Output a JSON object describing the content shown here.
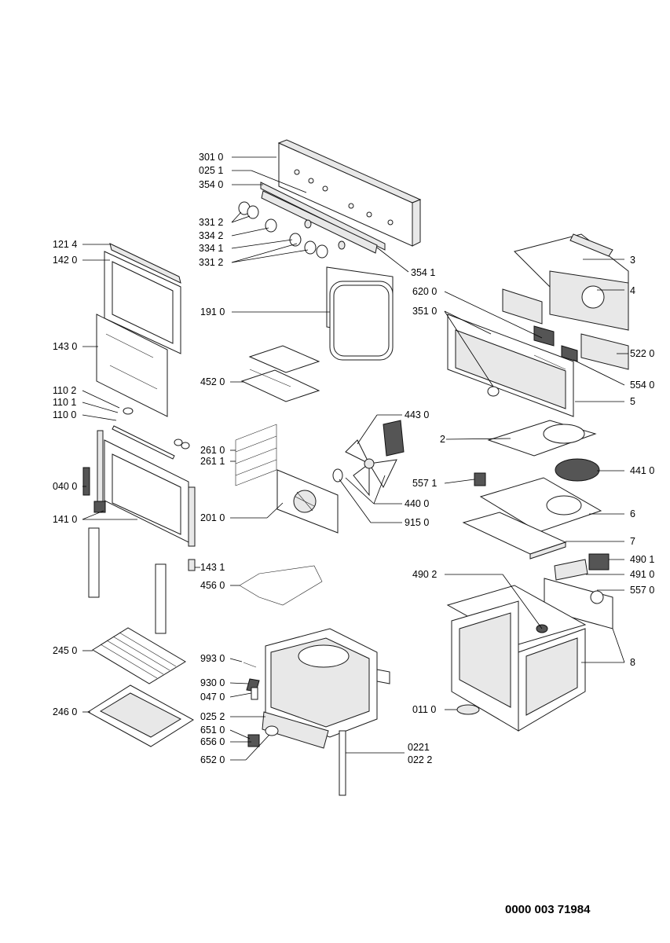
{
  "document_number": "0000 003 71984",
  "labels": {
    "p3010": "301 0",
    "p0251": "025 1",
    "p3540": "354 0",
    "p3312a": "331 2",
    "p3342": "334 2",
    "p3341": "334 1",
    "p3312b": "331 2",
    "p3541": "354 1",
    "p1214": "121 4",
    "p1420": "142 0",
    "p1910": "191 0",
    "p1430": "143 0",
    "p4520": "452 0",
    "p1102": "110 2",
    "p1101": "110 1",
    "p1100": "110 0",
    "p2610": "261 0",
    "p2611": "261 1",
    "p0400": "040 0",
    "p2010": "201 0",
    "p1410": "141 0",
    "p1431": "143 1",
    "p4560": "456 0",
    "p2450": "245 0",
    "p9930": "993 0",
    "p9300": "930 0",
    "p0470": "047 0",
    "p2460": "246 0",
    "p0252": "025 2",
    "p6510": "651 0",
    "p6560": "656 0",
    "p6520": "652 0",
    "p0221": "0221",
    "p0222": "022 2",
    "p3": "3",
    "p4": "4",
    "p6200": "620 0",
    "p3510": "351 0",
    "p5220": "522 0",
    "p5540": "554 0",
    "p5": "5",
    "p4430": "443 0",
    "p2": "2",
    "p4410": "441 0",
    "p5571": "557 1",
    "p4400": "440 0",
    "p6": "6",
    "p9150": "915 0",
    "p7": "7",
    "p4901": "490 1",
    "p4902": "490 2",
    "p4910": "491 0",
    "p5570": "557 0",
    "p8": "8",
    "p0110": "011 0"
  }
}
